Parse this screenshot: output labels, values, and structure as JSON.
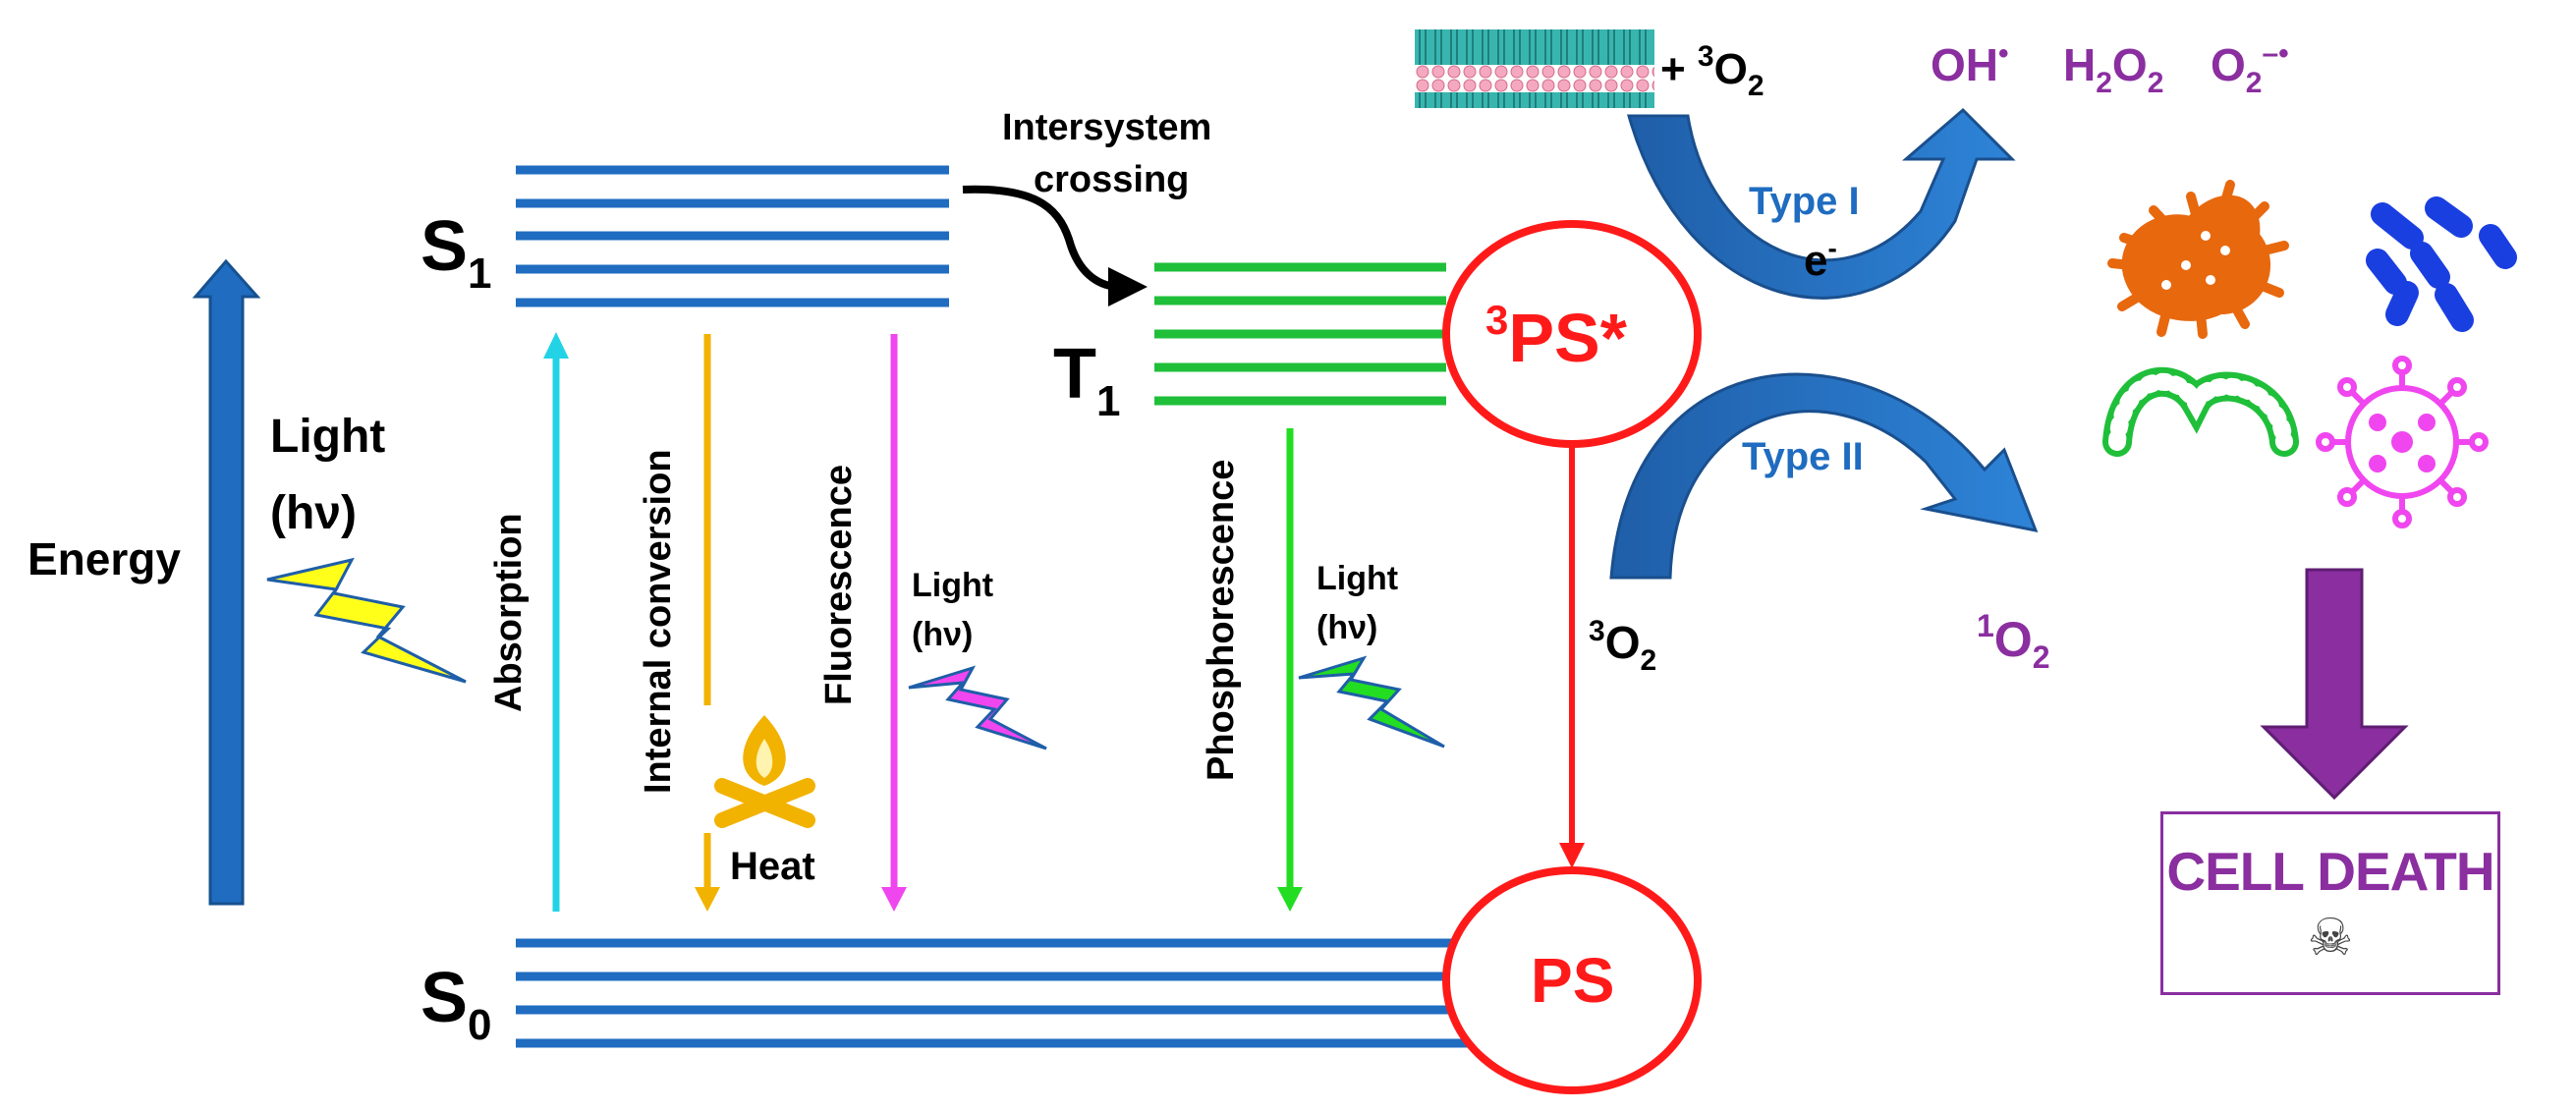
{
  "energy_axis": {
    "label": "Energy"
  },
  "excitation_light": {
    "line1": "Light",
    "line2": "(hν)"
  },
  "levels": {
    "s1": {
      "letter": "S",
      "sub": "1"
    },
    "s0": {
      "letter": "S",
      "sub": "0"
    },
    "t1": {
      "letter": "T",
      "sub": "1"
    }
  },
  "transitions": {
    "absorption": "Absorption",
    "internal_conversion": "Internal conversion",
    "fluorescence": "Fluorescence",
    "phosphorescence": "Phosphorescence",
    "isc_line1": "Intersystem",
    "isc_line2": "crossing",
    "heat": "Heat",
    "fluor_light_line1": "Light",
    "fluor_light_line2": "(hν)",
    "phos_light_line1": "Light",
    "phos_light_line2": "(hν)"
  },
  "photosensitizer": {
    "excited_sup": "3",
    "excited_main": "PS*",
    "ground": "PS"
  },
  "oxygen": {
    "triplet_sup": "3",
    "triplet_main": "O",
    "triplet_sub": "2",
    "membrane_plus": "+ ",
    "membrane_o2_sup": "3",
    "membrane_o2_main": "O",
    "membrane_o2_sub": "2",
    "singlet_sup": "1",
    "singlet_main": "O",
    "singlet_sub": "2"
  },
  "reactions": {
    "type1": "Type I",
    "type2": "Type II",
    "electron": "e",
    "electron_sup": "-"
  },
  "ros": {
    "hydroxyl": "OH",
    "hydroxyl_sup": "•",
    "peroxide_h": "H",
    "peroxide_sub1": "2",
    "peroxide_o": "O",
    "peroxide_sub2": "2",
    "superoxide_o": "O",
    "superoxide_sub": "2",
    "superoxide_sup": "–•"
  },
  "outcome": {
    "label": "CELL DEATH",
    "skull": "☠"
  },
  "colors": {
    "level_blue": "#1f6cc0",
    "triplet_green": "#1fbf3a",
    "absorption_cyan": "#22d3e6",
    "internal_orange": "#f2b200",
    "fluorescence_magenta": "#f046ef",
    "phosphorescence_green": "#22dd22",
    "ps_red": "#ff1a1a",
    "type_blue": "#1f6cc0",
    "ros_purple": "#8a2ea0",
    "bolt_yellow": "#ffff1a"
  }
}
